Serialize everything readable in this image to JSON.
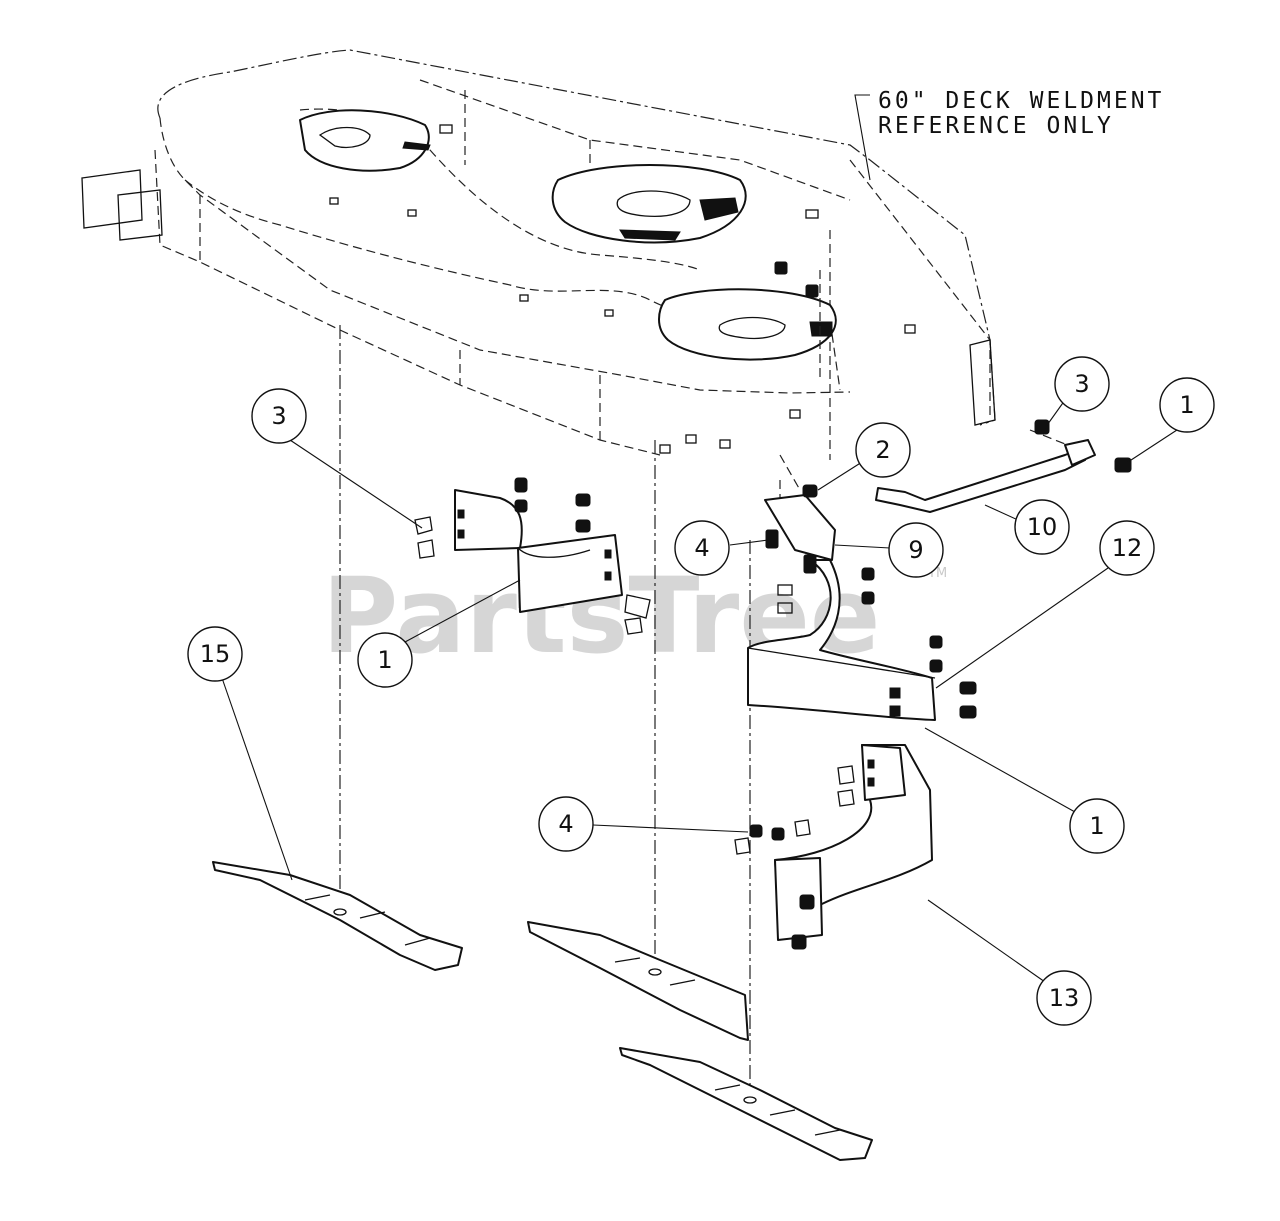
{
  "reference_note": {
    "line1": "60\" DECK WELDMENT",
    "line2": "REFERENCE ONLY"
  },
  "watermark": {
    "text": "PartsTree",
    "tm": "TM"
  },
  "callouts": [
    "3",
    "1",
    "2",
    "9",
    "10",
    "12",
    "3",
    "1",
    "4",
    "15",
    "1",
    "4",
    "13"
  ]
}
